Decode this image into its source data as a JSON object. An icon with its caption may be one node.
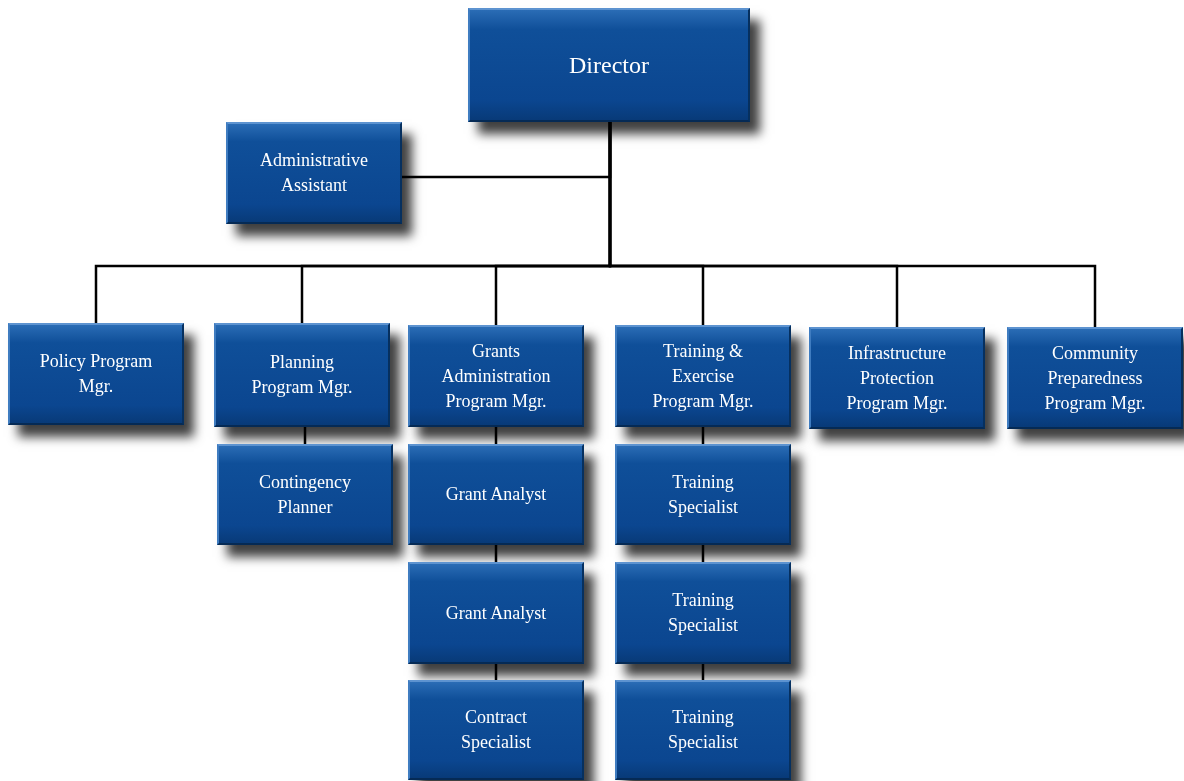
{
  "diagram": {
    "nodes": [
      {
        "text": [
          "Director"
        ]
      },
      {
        "text": [
          "Administrative Assistant"
        ]
      },
      {
        "text": [
          "Policy Program Mgr."
        ]
      },
      {
        "text": [
          "Planning Program Mgr."
        ]
      },
      {
        "text": [
          "Grants Administration Program Mgr."
        ]
      },
      {
        "text": [
          "Training & Exercise Program Mgr."
        ]
      },
      {
        "text": [
          "Infrastructure Protection Program Mgr."
        ]
      },
      {
        "text": [
          "Community Preparedness Program Mgr."
        ]
      },
      {
        "text": [
          "Contingency Planner"
        ]
      },
      {
        "text": [
          "Grant Analyst"
        ]
      },
      {
        "text": [
          "Grant Analyst"
        ]
      },
      {
        "text": [
          "Contract Specialist"
        ]
      },
      {
        "text": [
          "Training Specialist"
        ]
      },
      {
        "text": [
          "Training Specialist"
        ]
      },
      {
        "text": [
          "Training Specialist"
        ]
      }
    ],
    "edges": [
      {
        "from": 0,
        "to": 1,
        "arrow": "none"
      },
      {
        "from": 0,
        "to": 2,
        "arrow": "none"
      },
      {
        "from": 0,
        "to": 3,
        "arrow": "none"
      },
      {
        "from": 0,
        "to": 4,
        "arrow": "none"
      },
      {
        "from": 0,
        "to": 5,
        "arrow": "none"
      },
      {
        "from": 0,
        "to": 6,
        "arrow": "none"
      },
      {
        "from": 0,
        "to": 7,
        "arrow": "none"
      },
      {
        "from": 3,
        "to": 8,
        "arrow": "none"
      },
      {
        "from": 4,
        "to": 9,
        "arrow": "none"
      },
      {
        "from": 9,
        "to": 10,
        "arrow": "none"
      },
      {
        "from": 10,
        "to": 11,
        "arrow": "none"
      },
      {
        "from": 5,
        "to": 12,
        "arrow": "none"
      },
      {
        "from": 12,
        "to": 13,
        "arrow": "none"
      },
      {
        "from": 13,
        "to": 14,
        "arrow": "none"
      }
    ]
  }
}
